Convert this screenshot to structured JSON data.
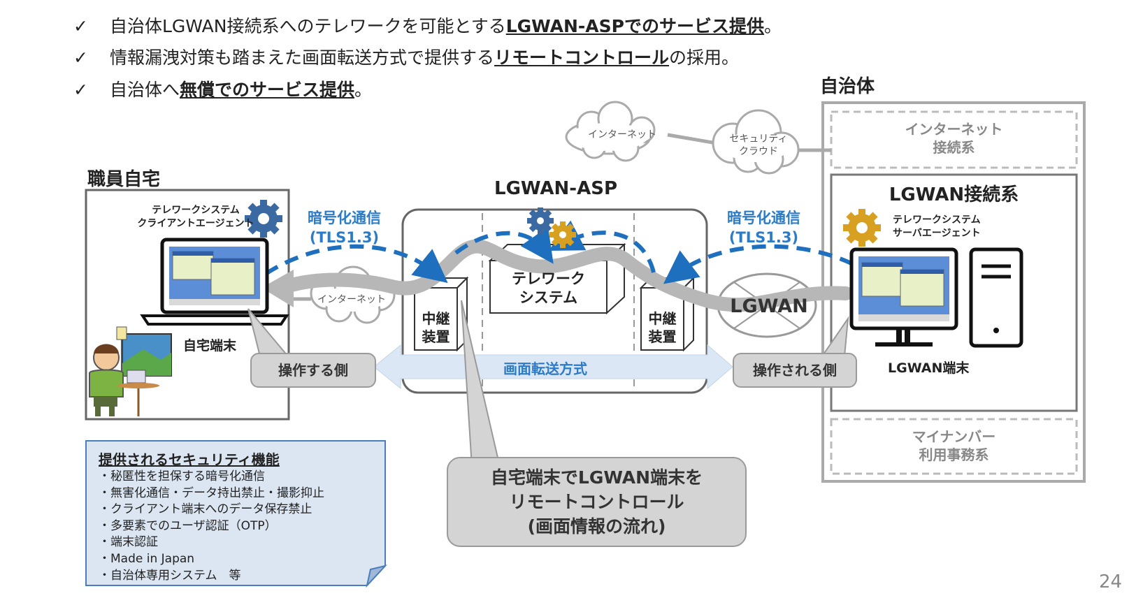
{
  "bullets": {
    "check_symbol": "✓",
    "b1_pre": "自治体LGWAN接続系へのテレワークを可能とする",
    "b1_bold": "LGWAN-ASPでのサービス提供",
    "b1_post": "。",
    "b2_pre": "情報漏洩対策も踏まえた画面転送方式で提供する",
    "b2_bold": "リモートコントロール",
    "b2_post": "の採用。",
    "b3_pre": "自治体へ",
    "b3_bold": "無償でのサービス提供",
    "b3_post": "。"
  },
  "home": {
    "title": "職員自宅",
    "client_agent_line1": "テレワークシステム",
    "client_agent_line2": "クライアントエージェント",
    "terminal_label": "自宅端末",
    "operator_label": "操作する側"
  },
  "encryption": {
    "left_line1": "暗号化通信",
    "left_line2": "(TLS1.3)",
    "right_line1": "暗号化通信",
    "right_line2": "(TLS1.3)"
  },
  "clouds": {
    "internet_top": "インターネット",
    "internet_mid": "インターネット",
    "security_line1": "セキュリティ",
    "security_line2": "クラウド"
  },
  "asp": {
    "title": "LGWAN-ASP",
    "relay_left_line1": "中継",
    "relay_left_line2": "装置",
    "system_line1": "テレワーク",
    "system_line2": "システム",
    "relay_right_line1": "中継",
    "relay_right_line2": "装置",
    "transfer_label": "画面転送方式"
  },
  "network": {
    "lgwan_label": "LGWAN"
  },
  "municipality": {
    "title": "自治体",
    "internet_seg_line1": "インターネット",
    "internet_seg_line2": "接続系",
    "lgwan_seg_title": "LGWAN接続系",
    "server_agent_line1": "テレワークシステム",
    "server_agent_line2": "サーバエージェント",
    "terminal_label": "LGWAN端末",
    "operated_label": "操作される側",
    "mynumber_line1": "マイナンバー",
    "mynumber_line2": "利用事務系"
  },
  "callout": {
    "line1": "自宅端末でLGWAN端末を",
    "line2": "リモートコントロール",
    "line3": "(画面情報の流れ)"
  },
  "security_features": {
    "title": "提供されるセキュリティ機能",
    "items": [
      "・秘匿性を担保する暗号化通信",
      "・無害化通信・データ持出禁止・撮影抑止",
      "・クライアント端末へのデータ保存禁止",
      "・多要素でのユーザ認証（OTP）",
      "・端末認証",
      "・Made in Japan",
      "・自治体専用システム　等"
    ]
  },
  "page_number": "24",
  "colors": {
    "blue_accent": "#2b7bc6",
    "gear_blue": "#3b6aa3",
    "gear_gold": "#d8a021",
    "note_fill": "#dce6f2",
    "note_border": "#4a7ebb",
    "gray_fill": "#d4d4d4"
  },
  "icons": [
    "check-icon",
    "gear-icon",
    "laptop-icon",
    "desktop-monitor-icon",
    "tower-pc-icon",
    "cloud-icon",
    "person-illustration"
  ]
}
